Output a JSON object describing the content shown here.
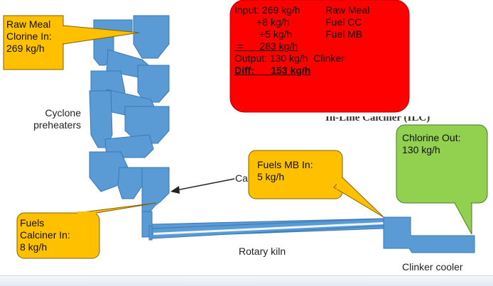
{
  "labels": {
    "cyclone_line1": "Cyclone",
    "cyclone_line2": "preheaters",
    "calciner_partial": "Ca",
    "ilc_heading": "In-Line Calciner (ILC)",
    "rotary_kiln": "Rotary kiln",
    "clinker_cooler": "Clinker cooler"
  },
  "callouts": {
    "raw_meal": "Raw Meal\nClorine In:\n269 kg/h",
    "fuels_calciner": "Fuels\nCalciner In:\n8 kg/h",
    "fuels_mb": "Fuels MB In:\n5 kg/h",
    "chlorine_out": "Chlorine Out:\n130 kg/h"
  },
  "balance": {
    "rows": [
      {
        "left": "Input: 269 kg/h",
        "right": "Raw Meal"
      },
      {
        "left": "        +8 kg/h",
        "right": "Fuel CC"
      },
      {
        "left": "         +5 kg/h",
        "right": "Fuel MB"
      }
    ],
    "sum": " =      283 kg/h",
    "output": "Output: 130 kg/h  Clinker",
    "diff": "Diff:      153 kg/h"
  },
  "colors": {
    "plant_blue": "#5b9bd5",
    "plant_edge": "#3a78b4",
    "callout_orange": "#ffc000",
    "callout_edge": "#7f6000",
    "balance_red": "#ff0000",
    "chlorine_green": "#92d050"
  }
}
